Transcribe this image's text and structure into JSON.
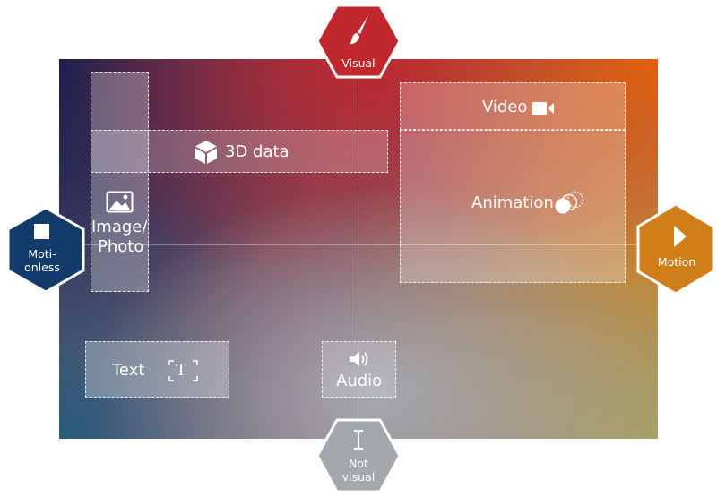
{
  "axes": {
    "top": {
      "label": "Visual",
      "color": "#c0282e",
      "icon": "paintbrush-icon"
    },
    "bottom": {
      "label_line1": "Not",
      "label_line2": "visual",
      "color": "#a3a8ad",
      "icon": "text-cursor-icon"
    },
    "left": {
      "label_line1": "Moti-",
      "label_line2": "onless",
      "color": "#123a6b",
      "icon": "stop-square-icon"
    },
    "right": {
      "label": "Motion",
      "color": "#d07e1a",
      "icon": "play-triangle-icon"
    }
  },
  "categories": {
    "three_d": {
      "label": "3D data",
      "icon": "cube-icon"
    },
    "image": {
      "label_line1": "Image/",
      "label_line2": "Photo",
      "icon": "image-icon"
    },
    "video": {
      "label": "Video",
      "icon": "video-camera-icon"
    },
    "animation": {
      "label": "Animation",
      "icon": "overlapping-circles-icon"
    },
    "text": {
      "label": "Text",
      "icon": "text-frame-icon",
      "glyph": "T"
    },
    "audio": {
      "label": "Audio",
      "icon": "speaker-icon"
    }
  }
}
